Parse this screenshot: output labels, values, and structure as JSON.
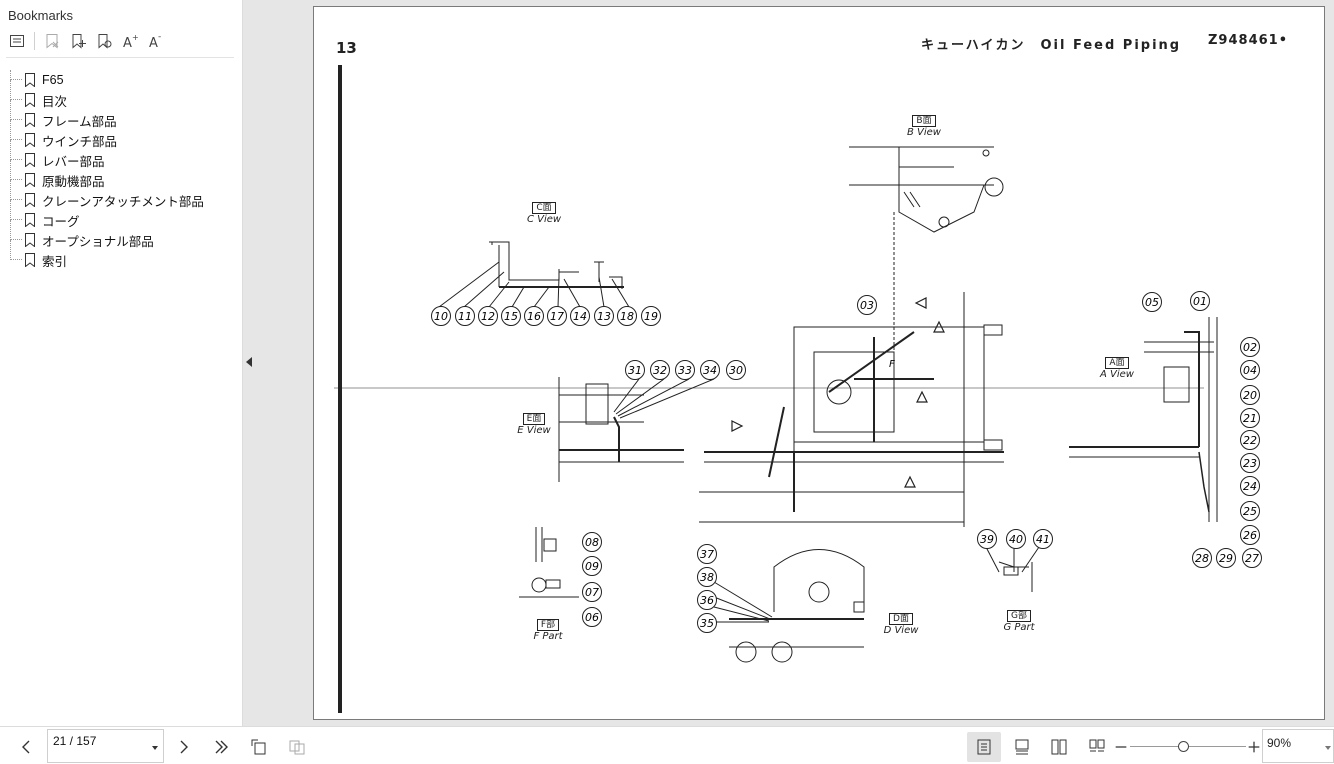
{
  "sidebar": {
    "title": "Bookmarks",
    "toolbar": [
      "expand-all-icon",
      "delete-bookmark-icon",
      "add-bookmark-icon",
      "add-child-bookmark-icon",
      "enlarge-text-icon",
      "reduce-text-icon"
    ],
    "items": [
      {
        "label": "F65"
      },
      {
        "label": "目次"
      },
      {
        "label": "フレーム部品"
      },
      {
        "label": "ウインチ部品"
      },
      {
        "label": "レバー部品"
      },
      {
        "label": "原動機部品"
      },
      {
        "label": "クレーンアタッチメント部品"
      },
      {
        "label": "コーグ"
      },
      {
        "label": "オープショナル部品"
      },
      {
        "label": "索引"
      }
    ]
  },
  "document": {
    "page_number": "13",
    "title": "キューハイカン　Oil Feed Piping",
    "code": "Z948461•",
    "views": {
      "b": {
        "box": "B面",
        "name": "B View"
      },
      "c": {
        "box": "C面",
        "name": "C View"
      },
      "a": {
        "box": "A面",
        "name": "A View"
      },
      "e": {
        "box": "E面",
        "name": "E View"
      },
      "f": {
        "box": "F部",
        "name": "F Part"
      },
      "d": {
        "box": "D面",
        "name": "D View"
      },
      "g": {
        "box": "G部",
        "name": "G Part"
      }
    },
    "callouts": [
      "01",
      "02",
      "03",
      "04",
      "05",
      "06",
      "07",
      "08",
      "09",
      "10",
      "11",
      "12",
      "13",
      "14",
      "15",
      "16",
      "17",
      "18",
      "19",
      "20",
      "21",
      "22",
      "23",
      "24",
      "25",
      "26",
      "27",
      "28",
      "29",
      "30",
      "31",
      "32",
      "33",
      "34",
      "35",
      "36",
      "37",
      "38",
      "39",
      "40",
      "41"
    ],
    "marker_letter": "F"
  },
  "statusbar": {
    "page_indicator": "21 / 157",
    "zoom": "90%"
  }
}
